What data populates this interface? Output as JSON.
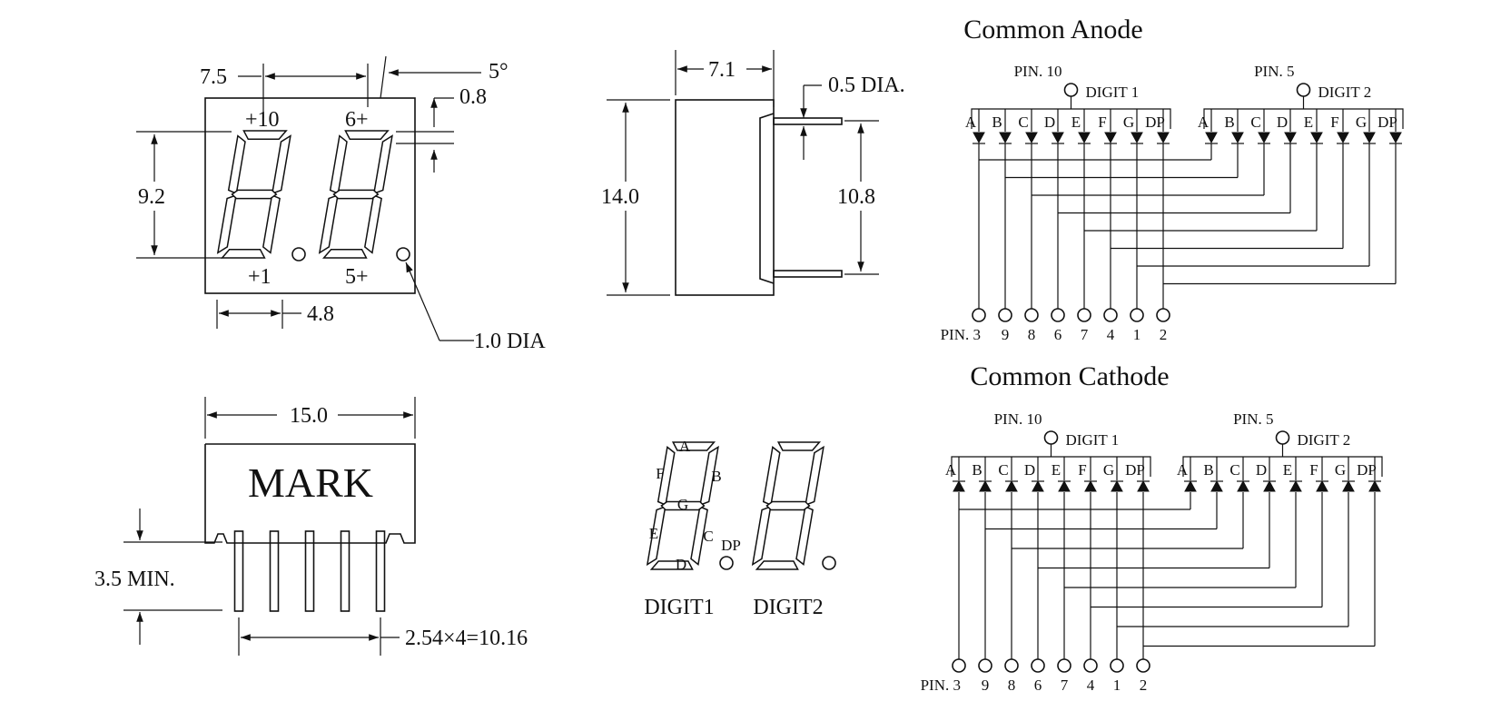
{
  "front_view": {
    "dim_digit_pitch": "7.5",
    "dim_tilt": "5°",
    "dim_top_gap": "0.8",
    "dim_digit_height": "9.2",
    "dim_digit_width": "4.8",
    "dim_dot": "1.0 DIA",
    "pin_marks": [
      "+10",
      "6+",
      "+1",
      "5+"
    ]
  },
  "side_view": {
    "dim_depth": "7.1",
    "dim_pin_dia": "0.5 DIA.",
    "dim_height": "14.0",
    "dim_pin_span": "10.8"
  },
  "bottom_view": {
    "dim_width": "15.0",
    "mark_label": "MARK",
    "dim_pin_length": "3.5 MIN.",
    "dim_pin_pitch": "2.54×4=10.16"
  },
  "segment_legend": {
    "segments": [
      "A",
      "B",
      "C",
      "D",
      "E",
      "F",
      "G",
      "DP"
    ],
    "digit_labels": [
      "DIGIT1",
      "DIGIT2"
    ]
  },
  "common_anode": {
    "title": "Common Anode",
    "common_pins": [
      "PIN. 10",
      "PIN. 5"
    ],
    "digit_labels": [
      "DIGIT 1",
      "DIGIT 2"
    ],
    "segment_labels": [
      "A",
      "B",
      "C",
      "D",
      "E",
      "F",
      "G",
      "DP"
    ],
    "pin_row_prefix": "PIN. 3",
    "pin_numbers": [
      "9",
      "8",
      "6",
      "7",
      "4",
      "1",
      "2"
    ]
  },
  "common_cathode": {
    "title": "Common Cathode",
    "common_pins": [
      "PIN. 10",
      "PIN. 5"
    ],
    "digit_labels": [
      "DIGIT 1",
      "DIGIT 2"
    ],
    "segment_labels": [
      "A",
      "B",
      "C",
      "D",
      "E",
      "F",
      "G",
      "DP"
    ],
    "pin_row_prefix": "PIN. 3",
    "pin_numbers": [
      "9",
      "8",
      "6",
      "7",
      "4",
      "1",
      "2"
    ]
  }
}
